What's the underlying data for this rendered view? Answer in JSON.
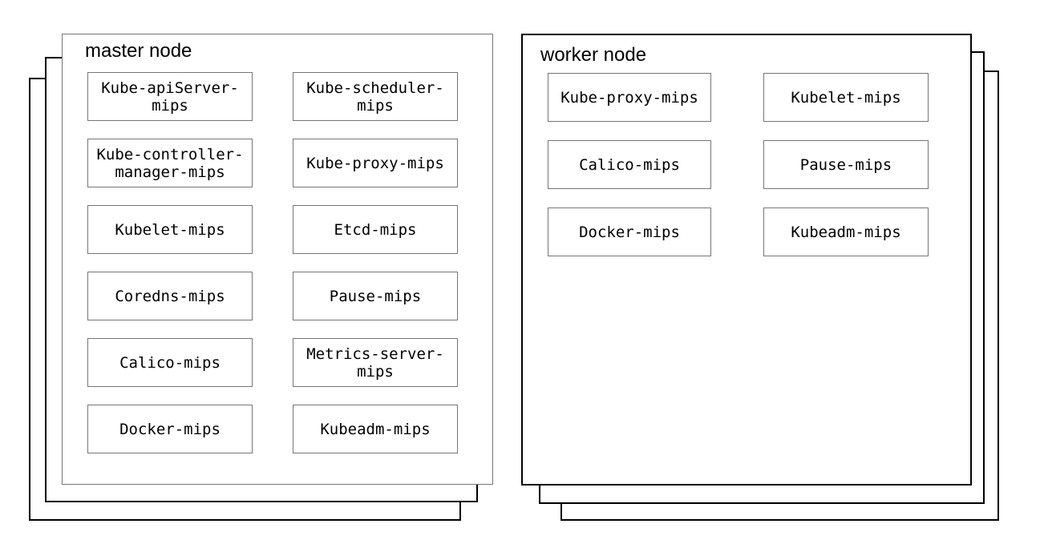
{
  "diagram": {
    "colors": {
      "background": "#ffffff",
      "stack_border": "#000000",
      "master_panel_border": "#767676",
      "box_border": "#767676",
      "text": "#000000"
    },
    "groups": [
      {
        "id": "master",
        "title": "master node",
        "boxes": [
          "Kube-apiServer-\nmips",
          "Kube-scheduler-\nmips",
          "Kube-controller-\nmanager-mips",
          "Kube-proxy-mips",
          "Kubelet-mips",
          "Etcd-mips",
          "Coredns-mips",
          "Pause-mips",
          "Calico-mips",
          "Metrics-server-\nmips",
          "Docker-mips",
          "Kubeadm-mips"
        ]
      },
      {
        "id": "worker",
        "title": "worker node",
        "boxes": [
          "Kube-proxy-mips",
          "Kubelet-mips",
          "Calico-mips",
          "Pause-mips",
          "Docker-mips",
          "Kubeadm-mips"
        ]
      }
    ]
  }
}
